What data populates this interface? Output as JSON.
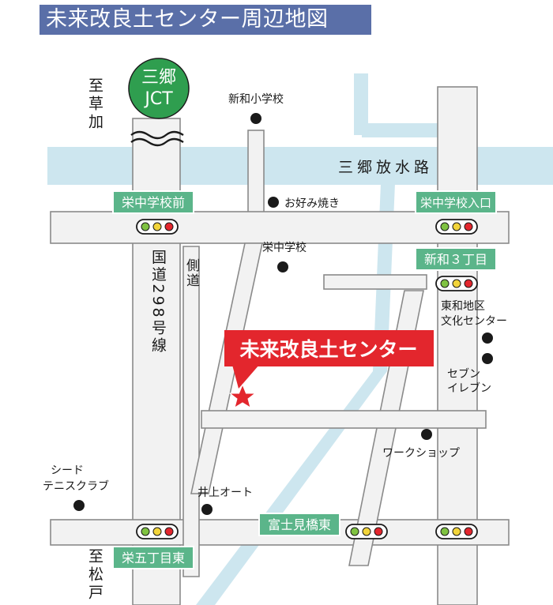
{
  "title": "未来改良土センター周辺地図",
  "jct": {
    "line1": "三郷",
    "line2": "JCT"
  },
  "roads": {
    "route298": "国道298号線",
    "side_road": "側道",
    "river_road": "三郷放水路",
    "to_soka": "至草加",
    "to_matsudo": "至松戸"
  },
  "intersections": {
    "sakae_jhs_mae": "栄中学校前",
    "sakae_jhs_iriguchi": "栄中学校入口",
    "niiwa_3chome": "新和３丁目",
    "fujimibashi_higashi": "富士見橋東",
    "sakae_5chome_higashi": "栄五丁目東"
  },
  "landmarks": {
    "niiwa_es": "新和小学校",
    "okonomiyaki": "お好み焼き",
    "sakae_jhs": "栄中学校",
    "community_center_1": "東和地区",
    "community_center_2": "文化センター",
    "seven_1": "セブン",
    "seven_2": "イレブン",
    "workshop": "ワークショップ",
    "inoue_auto": "井上オート",
    "tennis_1": "シード",
    "tennis_2": "テニスクラブ"
  },
  "destination": "未来改良土センター",
  "colors": {
    "title_bg": "#5a6fa8",
    "water": "#cde6ef",
    "road_fill": "#f2f2f2",
    "road_edge": "#8a8a8a",
    "sign_green": "#5bb58a",
    "jct_green": "#2f9e4f",
    "callout_red": "#e3262d"
  }
}
